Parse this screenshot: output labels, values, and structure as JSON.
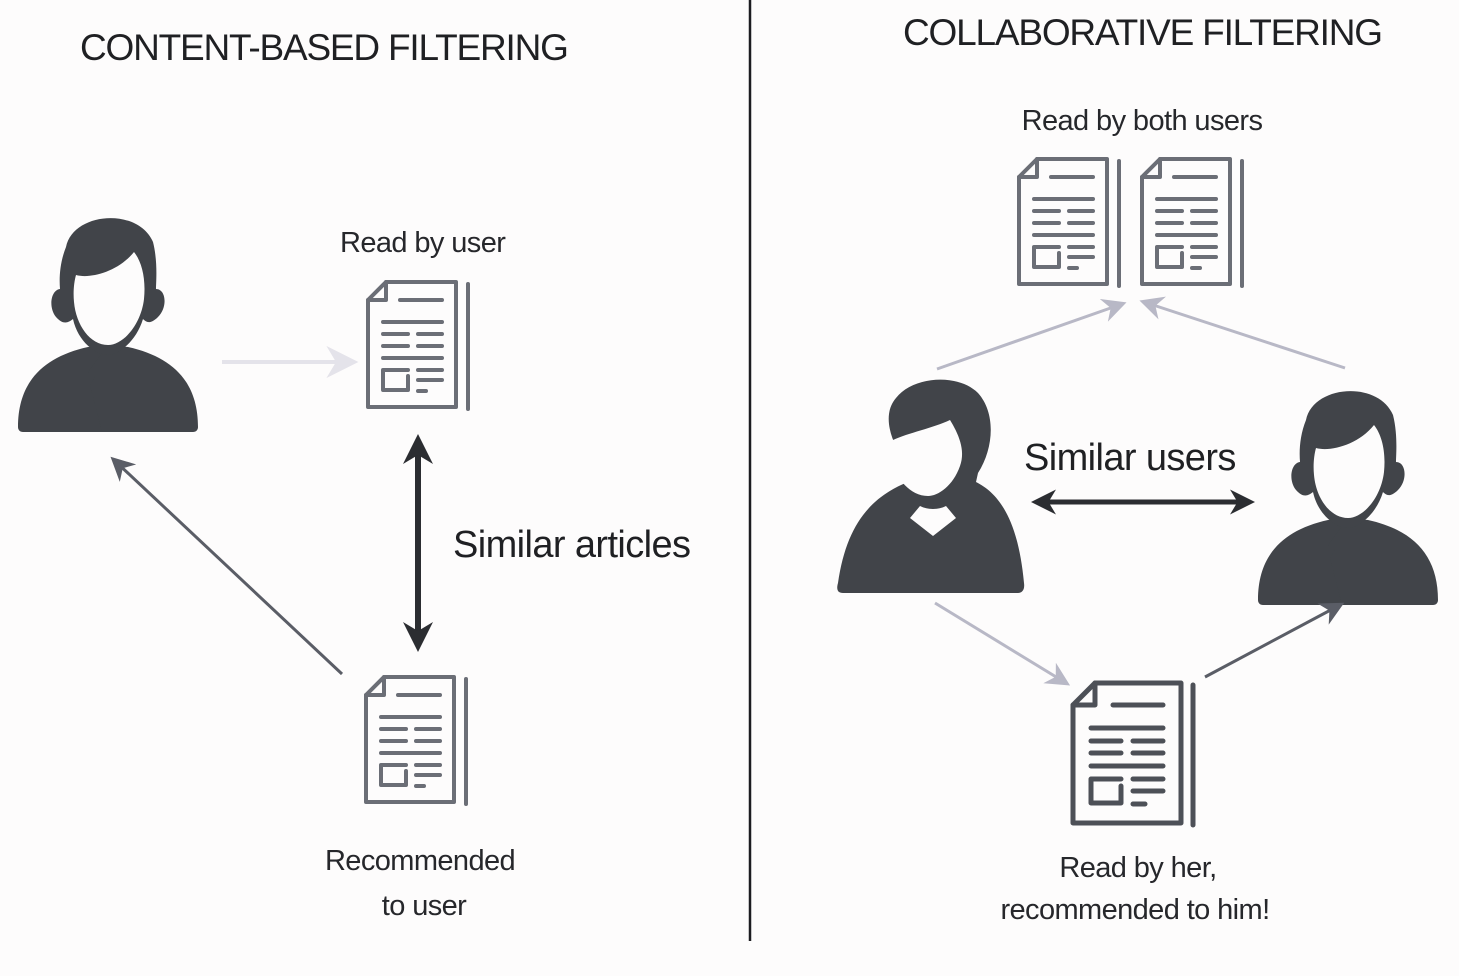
{
  "left_panel": {
    "title": "CONTENT-BASED FILTERING",
    "read_label": "Read by user",
    "similar_label": "Similar articles",
    "recommended_label_line1": "Recommended",
    "recommended_label_line2": "to user"
  },
  "right_panel": {
    "title": "COLLABORATIVE FILTERING",
    "read_both_label": "Read by both users",
    "similar_label": "Similar users",
    "recommended_label_line1": "Read by her,",
    "recommended_label_line2": "recommended to him!"
  },
  "icons": {
    "male_user": "male-user-icon",
    "female_user": "female-user-icon",
    "article": "article-document-icon"
  },
  "colors": {
    "background": "#fdfcfc",
    "person": "#414449",
    "document": "#6b6e76",
    "arrow_dark": "#2b2d31",
    "arrow_mid": "#5a5d66",
    "arrow_light": "#b8b8c6",
    "arrow_faint": "#e4e3ea",
    "divider": "#1c1c20"
  }
}
